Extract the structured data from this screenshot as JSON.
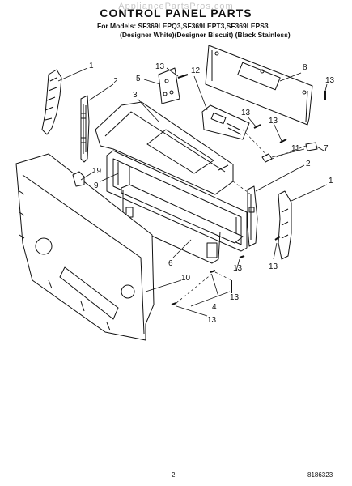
{
  "header": {
    "watermark": "AppliancePartsPros.com",
    "title": "CONTROL PANEL PARTS",
    "models": "For Models: SF369LEPQ3,SF369LEPT3,SF369LEPS3",
    "variants": "(Designer White)(Designer Biscuit) (Black Stainless)"
  },
  "callouts": [
    "1",
    "2",
    "3",
    "5",
    "13",
    "12",
    "8",
    "13",
    "13",
    "13",
    "11",
    "7",
    "2",
    "1",
    "19",
    "9",
    "6",
    "10",
    "13",
    "13",
    "4",
    "13",
    "13"
  ],
  "footer": {
    "page_number": "2",
    "document_number": "8186323"
  }
}
